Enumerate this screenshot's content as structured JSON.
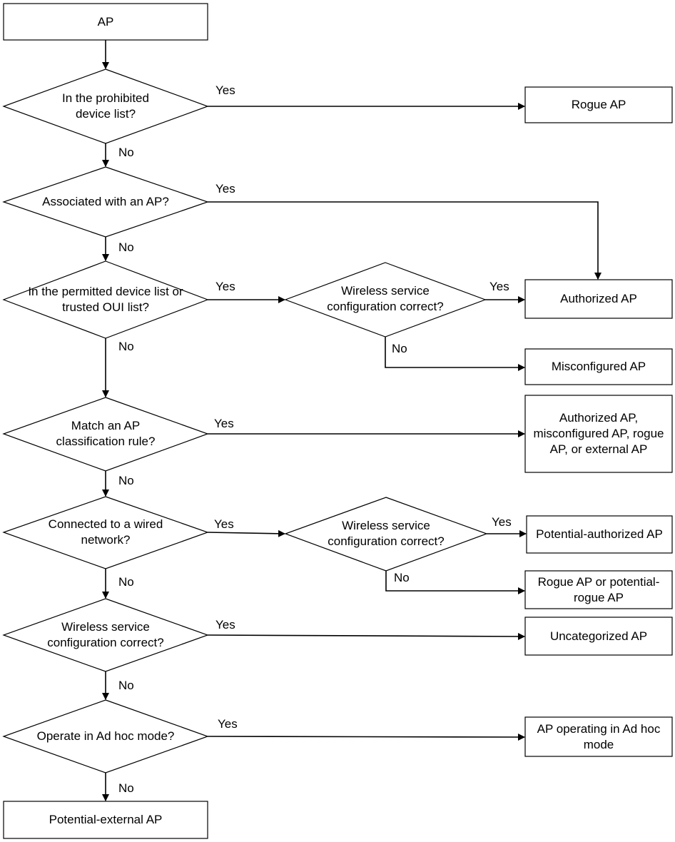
{
  "boxes": {
    "ap": "AP",
    "rogue_ap": "Rogue AP",
    "authorized_ap": "Authorized AP",
    "misconfigured_ap": "Misconfigured AP",
    "classification_result": "Authorized AP, misconfigured AP, rogue AP, or external AP",
    "potential_authorized_ap": "Potential-authorized AP",
    "rogue_or_potential_rogue": "Rogue AP or potential-rogue AP",
    "uncategorized_ap": "Uncategorized AP",
    "adhoc_ap": "AP operating in Ad hoc mode",
    "potential_external_ap": "Potential-external AP"
  },
  "decisions": {
    "prohibited": "In the prohibited device list?",
    "associated": "Associated with an AP?",
    "permitted": "In the permitted device list or trusted OUI list?",
    "wireless_cfg_1": "Wireless service configuration correct?",
    "classification_rule": "Match an AP classification rule?",
    "wired": "Connected to a wired network?",
    "wireless_cfg_2": "Wireless service configuration correct?",
    "wireless_cfg_3": "Wireless service configuration correct?",
    "adhoc": "Operate in Ad hoc mode?"
  },
  "edge_labels": {
    "yes": "Yes",
    "no": "No"
  }
}
